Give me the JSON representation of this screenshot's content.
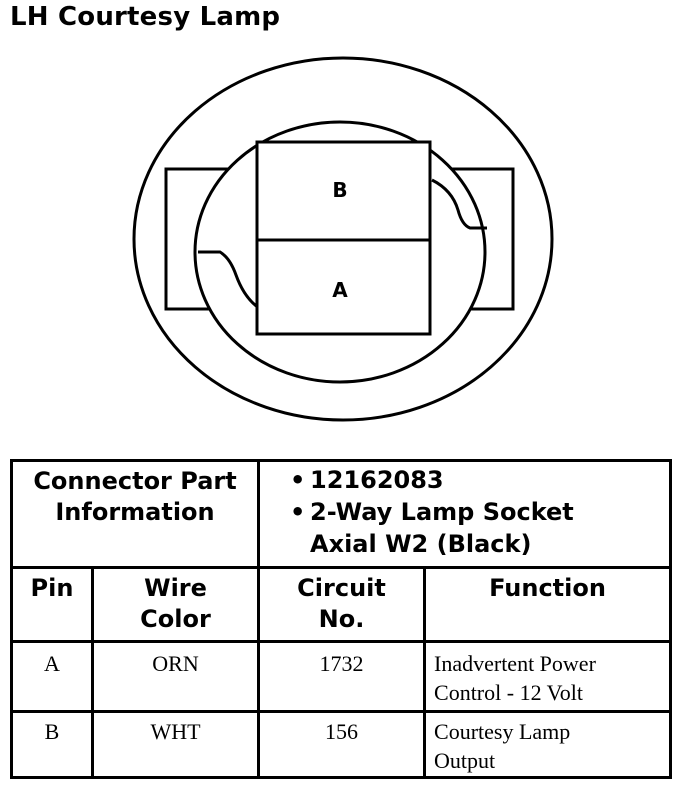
{
  "title": "LH Courtesy Lamp",
  "connector": {
    "pin_top": "B",
    "pin_bottom": "A"
  },
  "part_info": {
    "label_line1": "Connector Part",
    "label_line2": "Information",
    "bullet_symbol": "•",
    "part_number": "12162083",
    "description_line1": "2-Way Lamp Socket",
    "description_line2": "Axial W2 (Black)"
  },
  "columns": {
    "pin": "Pin",
    "wire_color_line1": "Wire",
    "wire_color_line2": "Color",
    "circuit_line1": "Circuit",
    "circuit_line2": "No.",
    "function": "Function"
  },
  "rows": [
    {
      "pin": "A",
      "wire_color": "ORN",
      "circuit": "1732",
      "function_line1": "Inadvertent Power",
      "function_line2": "Control - 12 Volt"
    },
    {
      "pin": "B",
      "wire_color": "WHT",
      "circuit": "156",
      "function_line1": "Courtesy Lamp",
      "function_line2": "Output"
    }
  ]
}
